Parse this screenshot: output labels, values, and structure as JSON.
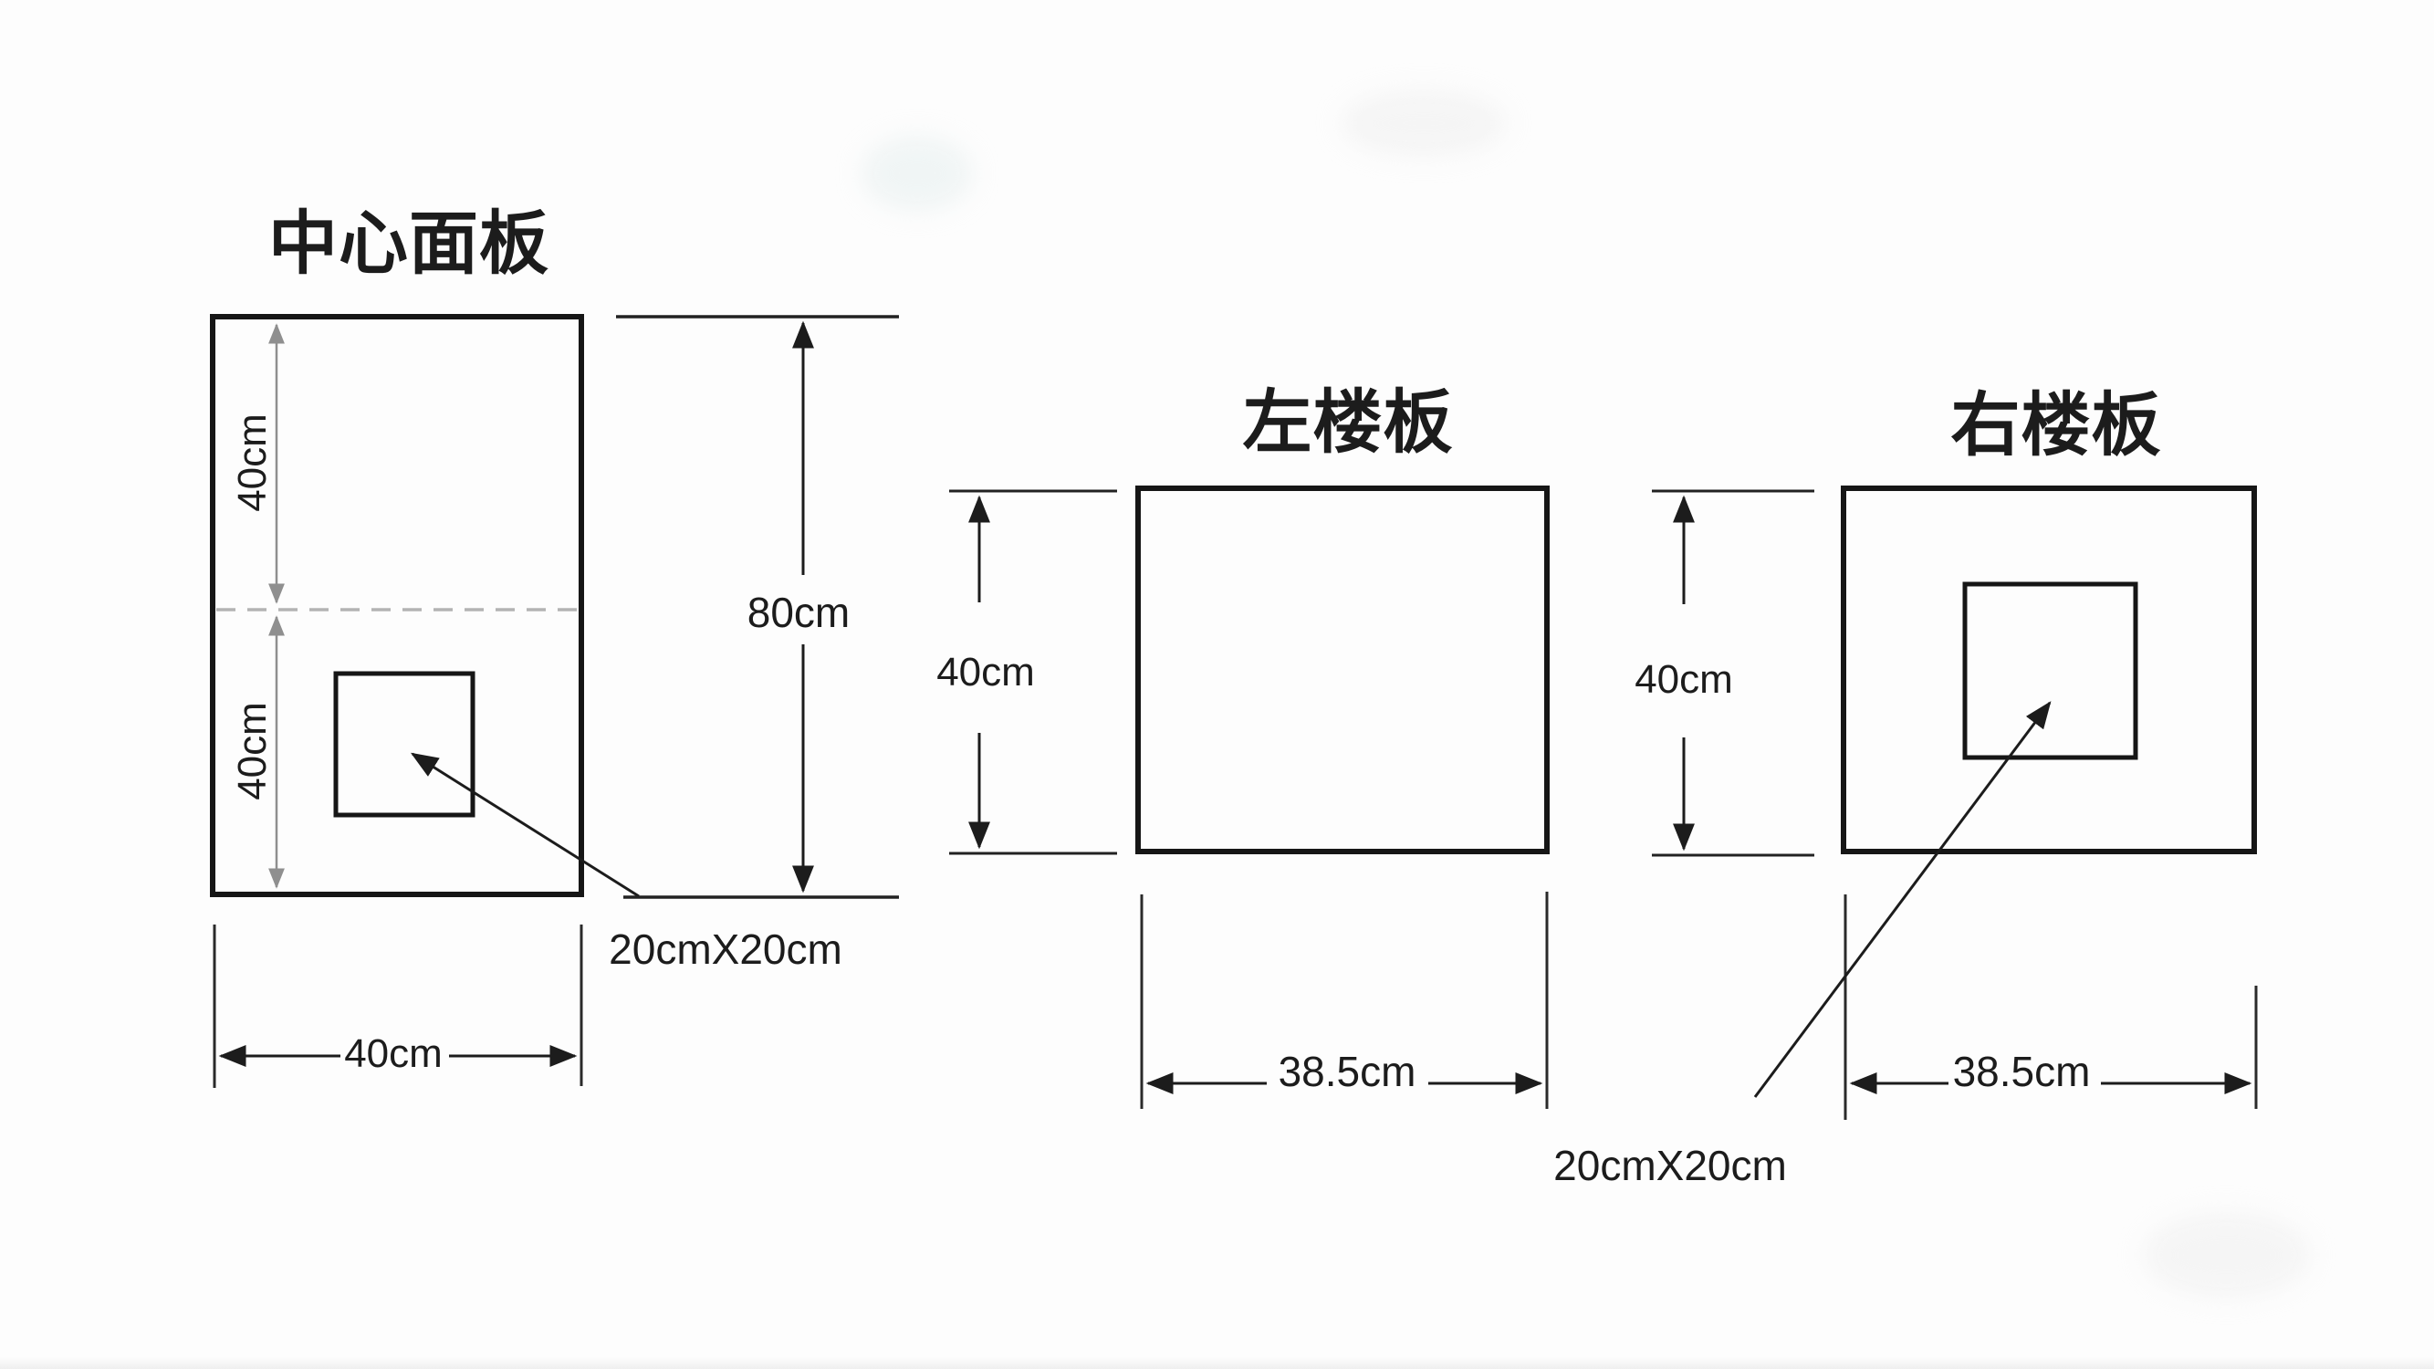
{
  "page": {
    "background": "#fdfdfd",
    "ink_color": "#1c1c1c",
    "gray_dim_color": "#8f8f8f",
    "dashed_line_color": "#b3b3b3"
  },
  "panels": {
    "center": {
      "title": "中心面板",
      "upper_half_height": "40cm",
      "lower_half_height": "40cm",
      "total_height": "80cm",
      "width": "40cm",
      "hole_label": "20cmX20cm"
    },
    "left": {
      "title": "左楼板",
      "height": "40cm",
      "width": "38.5cm"
    },
    "right": {
      "title": "右楼板",
      "height": "40cm",
      "width": "38.5cm",
      "hole_label": "20cmX20cm"
    }
  }
}
